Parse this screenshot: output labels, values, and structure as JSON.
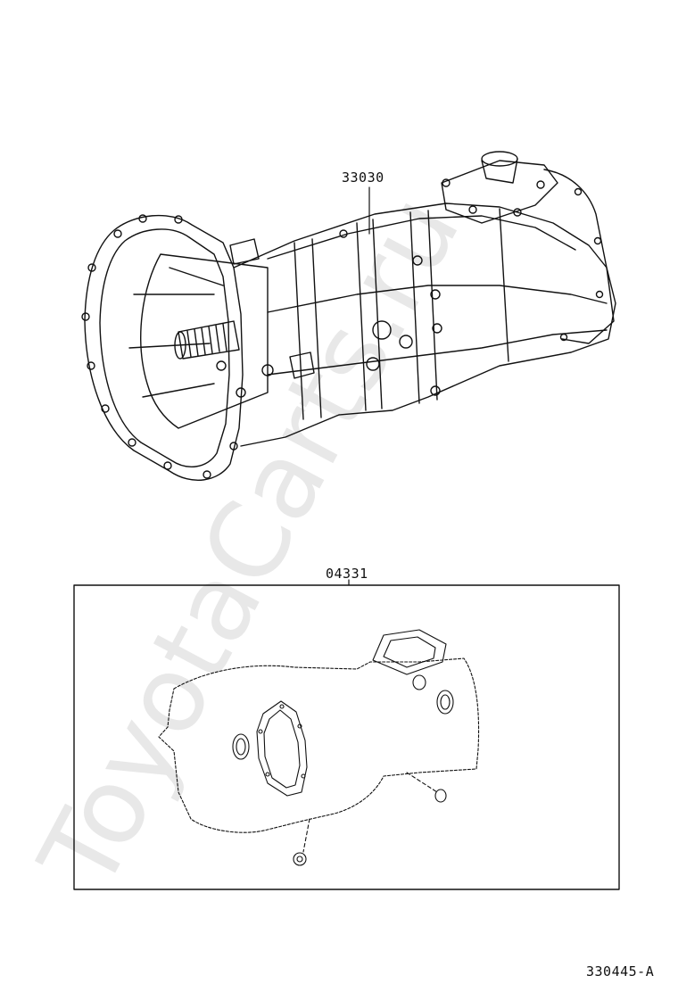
{
  "callouts": {
    "transmission_part": "33030",
    "gasket_kit_part": "04331"
  },
  "figure_code": "330445-A",
  "watermark": "ToyotaCarts.ru",
  "colors": {
    "ink": "#111111",
    "watermark": "#e6e6e6"
  }
}
